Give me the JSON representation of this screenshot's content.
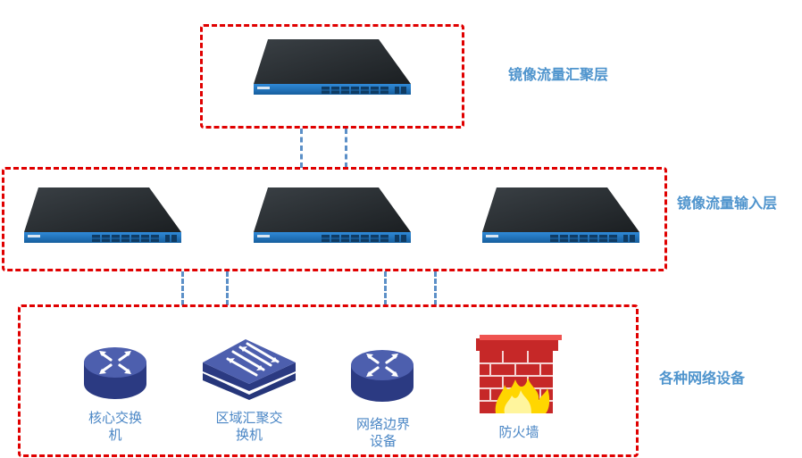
{
  "layers": {
    "aggregation": "镜像流量汇聚层",
    "input": "镜像流量输入层",
    "devices": "各种网络设备"
  },
  "devices": {
    "core_switch": {
      "line1": "核心交换",
      "line2": "机"
    },
    "area_switch": {
      "line1": "区域汇聚交",
      "line2": "换机"
    },
    "edge": {
      "line1": "网络边界",
      "line2": "设备"
    },
    "firewall": {
      "line1": "防火墙"
    }
  },
  "colors": {
    "dashed_box": "#e00000",
    "connector": "#5b8fc7",
    "label": "#4f94cd",
    "device_blue": "#1f78c8",
    "device_top": "#2a2f33"
  }
}
